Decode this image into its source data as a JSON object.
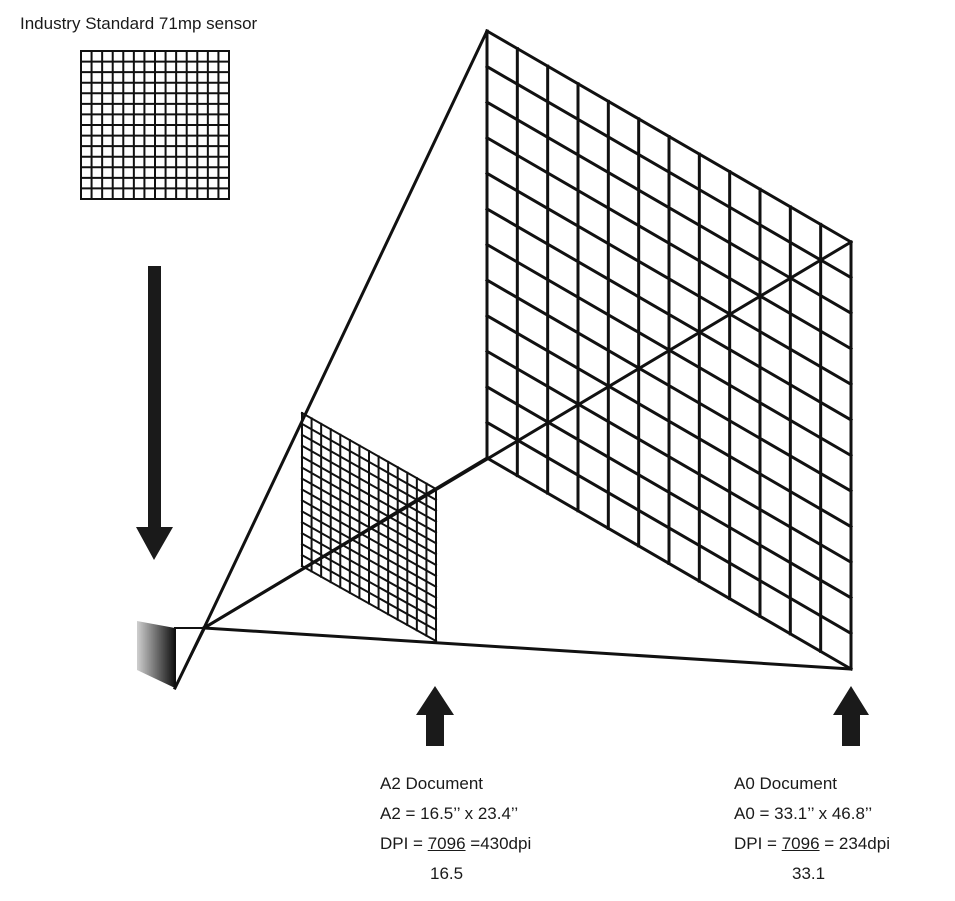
{
  "sensor_title": "Industry Standard 71mp sensor",
  "a2": {
    "title": "A2 Document",
    "size_line": "A2 = 16.5’’ x 23.4’’",
    "dpi_prefix": "DPI = ",
    "dpi_numerator": "7096",
    "dpi_suffix": " =430dpi",
    "dpi_denominator": "16.5"
  },
  "a0": {
    "title": "A0 Document",
    "size_line": "A0 = 33.1’’ x 46.8’’",
    "dpi_prefix": "DPI = ",
    "dpi_numerator": "7096",
    "dpi_suffix": " = 234dpi",
    "dpi_denominator": "33.1"
  },
  "colors": {
    "line": "#111111",
    "arrow": "#1a1a1a",
    "text": "#1a1a1a"
  }
}
